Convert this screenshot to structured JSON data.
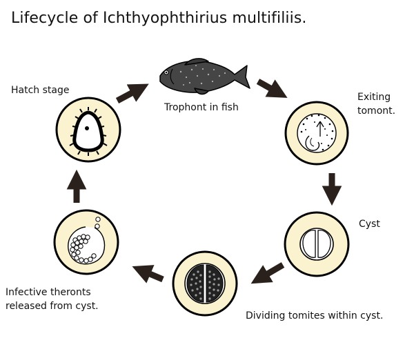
{
  "title": "Lifecycle of Ichthyophthirius multifiliis.",
  "stages": [
    {
      "id": "trophont",
      "label": "Trophont in fish"
    },
    {
      "id": "exiting",
      "label_lines": [
        "Exiting",
        "tomont."
      ]
    },
    {
      "id": "cyst",
      "label": "Cyst"
    },
    {
      "id": "dividing",
      "label": "Dividing tomites within cyst."
    },
    {
      "id": "infective",
      "label_lines": [
        "Infective theronts",
        "released from cyst."
      ]
    },
    {
      "id": "hatch",
      "label": "Hatch stage"
    }
  ],
  "colors": {
    "circle_fill": "#fbf3cf",
    "fish_body": "#454545",
    "arrow": "#2b211c",
    "outline": "#000000"
  }
}
